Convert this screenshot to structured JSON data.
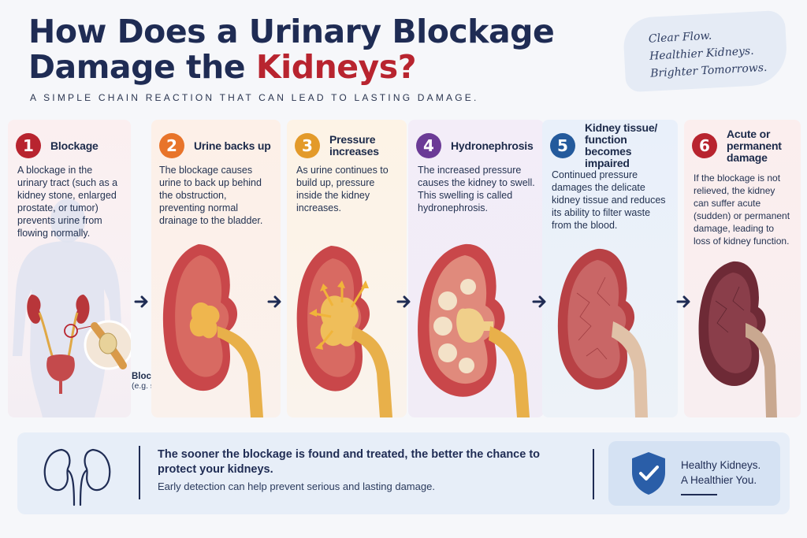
{
  "header": {
    "title_line1": "How Does a Urinary Blockage",
    "title_line2_prefix": "Damage the ",
    "title_line2_highlight": "Kidneys?",
    "subtitle": "A SIMPLE CHAIN REACTION THAT CAN LEAD TO LASTING DAMAGE."
  },
  "tagline": {
    "line1": "Clear Flow.",
    "line2": "Healthier Kidneys.",
    "line3": "Brighter Tomorrows."
  },
  "steps": [
    {
      "number": "1",
      "title": "Blockage",
      "description": "A blockage in the urinary tract (such as a kidney stone, enlarged prostate, or tumor) prevents urine from flowing normally.",
      "color": "#b8242f",
      "callout_label": "Blockage",
      "callout_sub": "(e.g. stone)"
    },
    {
      "number": "2",
      "title": "Urine backs up",
      "description": "The blockage causes urine to back up behind the obstruction, preventing normal drainage to the bladder.",
      "color": "#e8742a"
    },
    {
      "number": "3",
      "title": "Pressure increases",
      "description": "As urine continues to build up, pressure inside the kidney increases.",
      "color": "#e39a2a"
    },
    {
      "number": "4",
      "title": "Hydronephrosis",
      "description": "The increased pressure causes the kidney to swell. This swelling is called hydronephrosis.",
      "color": "#6b3b96"
    },
    {
      "number": "5",
      "title": "Kidney tissue/ function becomes impaired",
      "description": "Continued pressure damages the delicate kidney tissue and reduces its ability to filter waste from the blood.",
      "color": "#245a9c"
    },
    {
      "number": "6",
      "title": "Acute or permanent damage",
      "description": "If the blockage is not relieved, the kidney can suffer acute (sudden) or permanent damage, leading to loss of kidney function.",
      "color": "#b8242f"
    }
  ],
  "bottom": {
    "message_main": "The sooner the blockage is found and treated, the better the chance to protect your kidneys.",
    "message_sub": "Early detection can help prevent serious and lasting damage.",
    "healthy_line1": "Healthy Kidneys.",
    "healthy_line2": "A Healthier You."
  },
  "icons": {
    "kidneys": "kidneys-outline-icon",
    "shield": "shield-check-icon",
    "arrow": "chevron-right-arrow-icon"
  }
}
